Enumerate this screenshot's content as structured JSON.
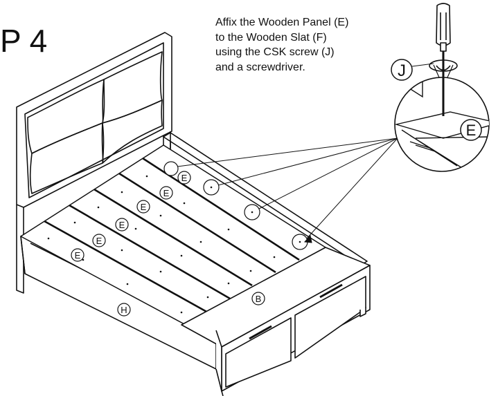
{
  "step": {
    "title": "P 4"
  },
  "instruction": {
    "lines": [
      "Affix  the Wooden Panel (E)",
      "to the Wooden Slat (F)",
      "using the CSK screw (J)",
      "and a screwdriver."
    ]
  },
  "callout": {
    "part_screw": "J",
    "part_panel": "E"
  },
  "labels": {
    "panels": [
      "E",
      "E",
      "E",
      "E",
      "E",
      "E"
    ],
    "storage": "B",
    "side_rail": "H"
  },
  "colors": {
    "line": "#111111",
    "background": "#ffffff"
  }
}
